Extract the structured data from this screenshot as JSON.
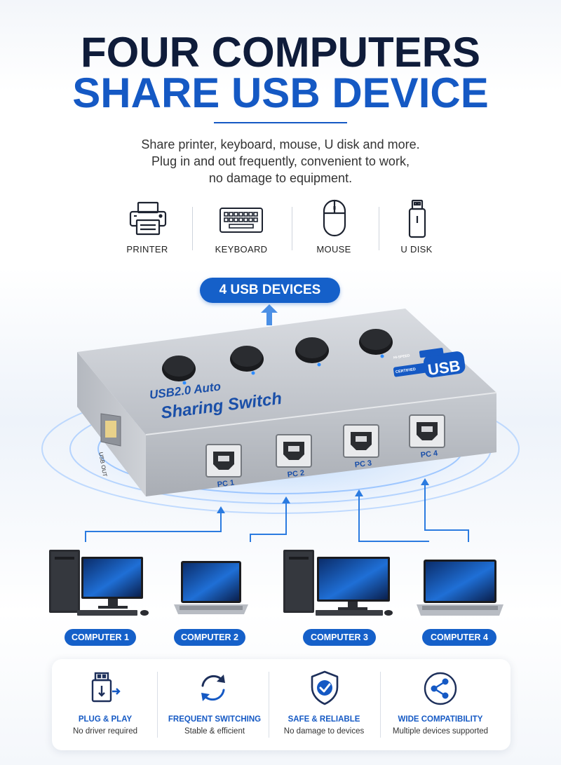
{
  "headline": {
    "line1": "FOUR COMPUTERS",
    "line2": "SHARE USB DEVICE"
  },
  "subtitle": {
    "line1": "Share printer, keyboard, mouse, U disk and more.",
    "line2": "Plug in and out frequently, convenient to work,",
    "line3": "no damage to equipment."
  },
  "devices": [
    {
      "label": "PRINTER",
      "icon": "printer-icon"
    },
    {
      "label": "KEYBOARD",
      "icon": "keyboard-icon"
    },
    {
      "label": "MOUSE",
      "icon": "mouse-icon"
    },
    {
      "label": "U DISK",
      "icon": "usb-drive-icon"
    }
  ],
  "usb_devices_badge": "4 USB DEVICES",
  "product": {
    "line1": "USB2.0 Auto",
    "line2": "Sharing Switch",
    "side_port": "USB OUT",
    "ports": [
      "PC 1",
      "PC 2",
      "PC 3",
      "PC 4"
    ],
    "logo": {
      "top": "HI-SPEED",
      "left": "CERTIFIED",
      "main": "USB"
    }
  },
  "computers": [
    "COMPUTER 1",
    "COMPUTER 2",
    "COMPUTER 3",
    "COMPUTER 4"
  ],
  "features": [
    {
      "title": "PLUG & PLAY",
      "desc": "No driver required",
      "icon": "usb-plug-icon"
    },
    {
      "title": "FREQUENT SWITCHING",
      "desc": "Stable & efficient",
      "icon": "refresh-icon"
    },
    {
      "title": "SAFE & RELIABLE",
      "desc": "No damage to devices",
      "icon": "shield-check-icon"
    },
    {
      "title": "WIDE COMPATIBILITY",
      "desc": "Multiple devices supported",
      "icon": "share-icon"
    }
  ],
  "colors": {
    "brand_blue": "#1559c4",
    "navy": "#0f1c3a",
    "device_silver": "#c9ccd2"
  }
}
